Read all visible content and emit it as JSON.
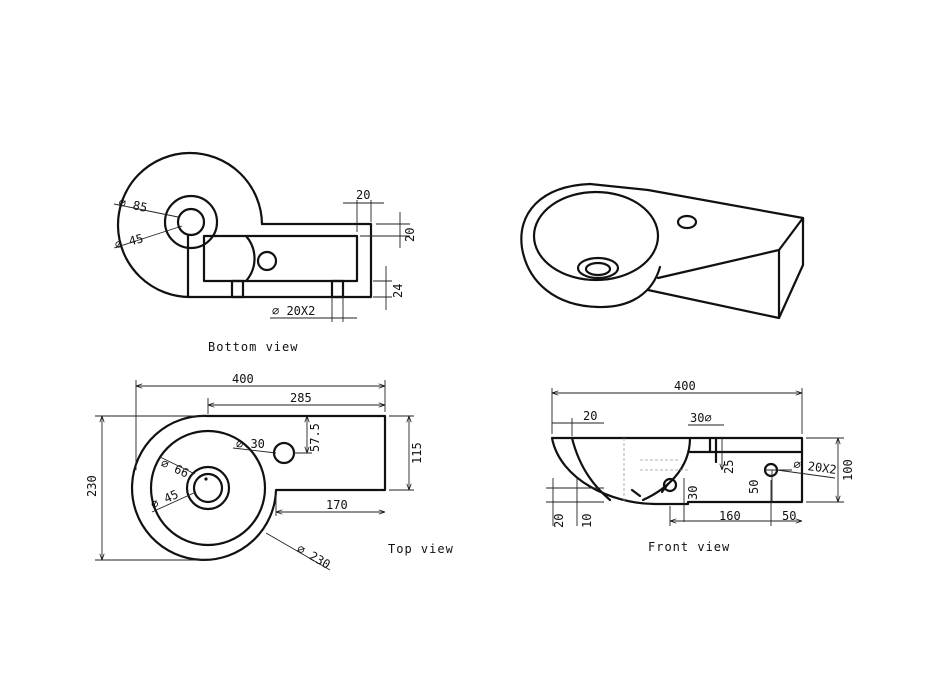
{
  "views": {
    "bottom": {
      "caption": "Bottom view",
      "dims": {
        "d85": "∅ 85",
        "d45": "∅ 45",
        "w20": "20",
        "h20": "20",
        "h24": "24",
        "feet": "∅ 20X2"
      }
    },
    "top": {
      "caption": "Top view",
      "dims": {
        "w400": "400",
        "w285": "285",
        "w170": "170",
        "h230": "230",
        "h115": "115",
        "v57": "57.5",
        "d30": "∅ 30",
        "d66": "∅ 66",
        "d45": "∅ 45",
        "d230": "∅ 230"
      }
    },
    "front": {
      "caption": "Front view",
      "dims": {
        "w400": "400",
        "w20": "20",
        "d30": "30∅",
        "h25": "25",
        "d20x2": "∅ 20X2",
        "h100": "100",
        "h50": "50",
        "h30": "30",
        "w160": "160",
        "w50": "50",
        "h20": "20",
        "h10": "10"
      }
    }
  }
}
